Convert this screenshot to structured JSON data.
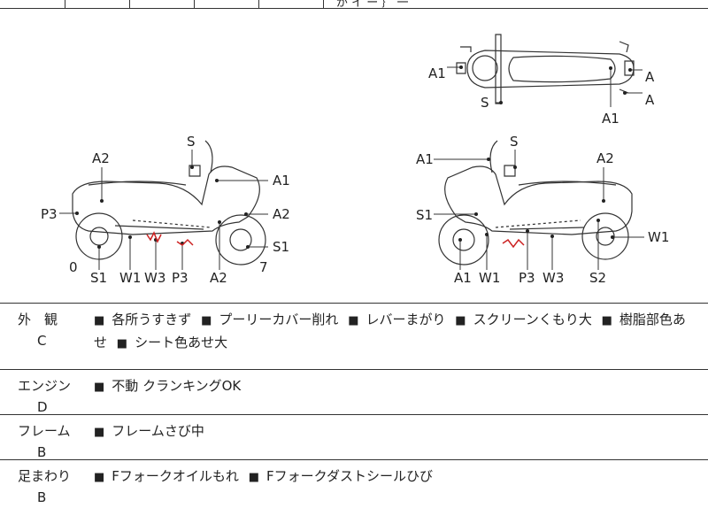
{
  "header": {
    "partial_text": "が イ ー ｝ 一"
  },
  "diagram": {
    "top_view": {
      "labels": [
        "A1",
        "A",
        "A",
        "A1",
        "S"
      ]
    },
    "left_view": {
      "labels": [
        "S",
        "A2",
        "A1",
        "P3",
        "A2",
        "S1",
        "0",
        "7",
        "S1",
        "W1",
        "W3",
        "P3",
        "A2"
      ]
    },
    "right_view": {
      "labels": [
        "S",
        "A1",
        "A2",
        "S1",
        "W1",
        "A1",
        "W1",
        "P3",
        "W3",
        "S2"
      ]
    }
  },
  "conditions": [
    {
      "category": "外　観",
      "grade": "C",
      "items": [
        "各所うすきず",
        "プーリーカバー削れ",
        "レバーまがり",
        "スクリーンくもり大",
        "樹脂部色あせ",
        "シート色あせ大"
      ]
    },
    {
      "category": "エンジン",
      "grade": "D",
      "items": [
        "不動 クランキングOK"
      ]
    },
    {
      "category": "フレーム",
      "grade": "B",
      "items": [
        "フレームさび中"
      ]
    },
    {
      "category": "足まわり",
      "grade": "B",
      "items": [
        "Fフォークオイルもれ",
        "Fフォークダストシールひび"
      ]
    }
  ],
  "bullet": "■",
  "colors": {
    "line": "#333333",
    "damage": "#cc2222"
  }
}
